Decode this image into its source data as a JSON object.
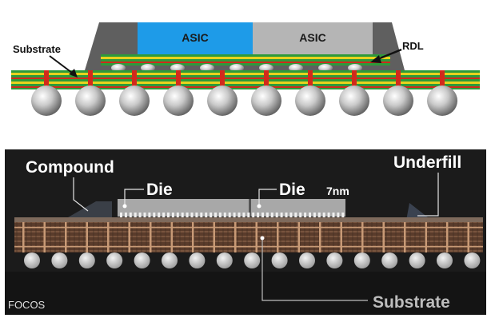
{
  "top_diagram": {
    "labels": {
      "asic_left": "ASIC",
      "asic_right": "ASIC",
      "substrate": "Substrate",
      "rdl": "RDL"
    },
    "colors": {
      "asic_left": "#1e9be8",
      "asic_right": "#b5b5b5",
      "mold": "#5f5f5f",
      "substrate_green": "#2e9a3a",
      "trace_red": "#d12a1c",
      "trace_yellow": "#e8d21e"
    },
    "ball_count": 10,
    "bump_count": 9
  },
  "bottom_photo": {
    "labels": {
      "compound": "Compound",
      "die_left": "Die",
      "die_right": "Die",
      "node": "7nm",
      "underfill": "Underfill",
      "substrate": "Substrate",
      "watermark": "FOCOS"
    },
    "colors": {
      "background": "#1b1b1b",
      "die": "#a8a8a8",
      "substrate": "#6b4a36",
      "ball": "#dcdcdc",
      "label_text": "#ffffff",
      "substrate_label": "#bdbdbd"
    },
    "ball_count": 17
  }
}
